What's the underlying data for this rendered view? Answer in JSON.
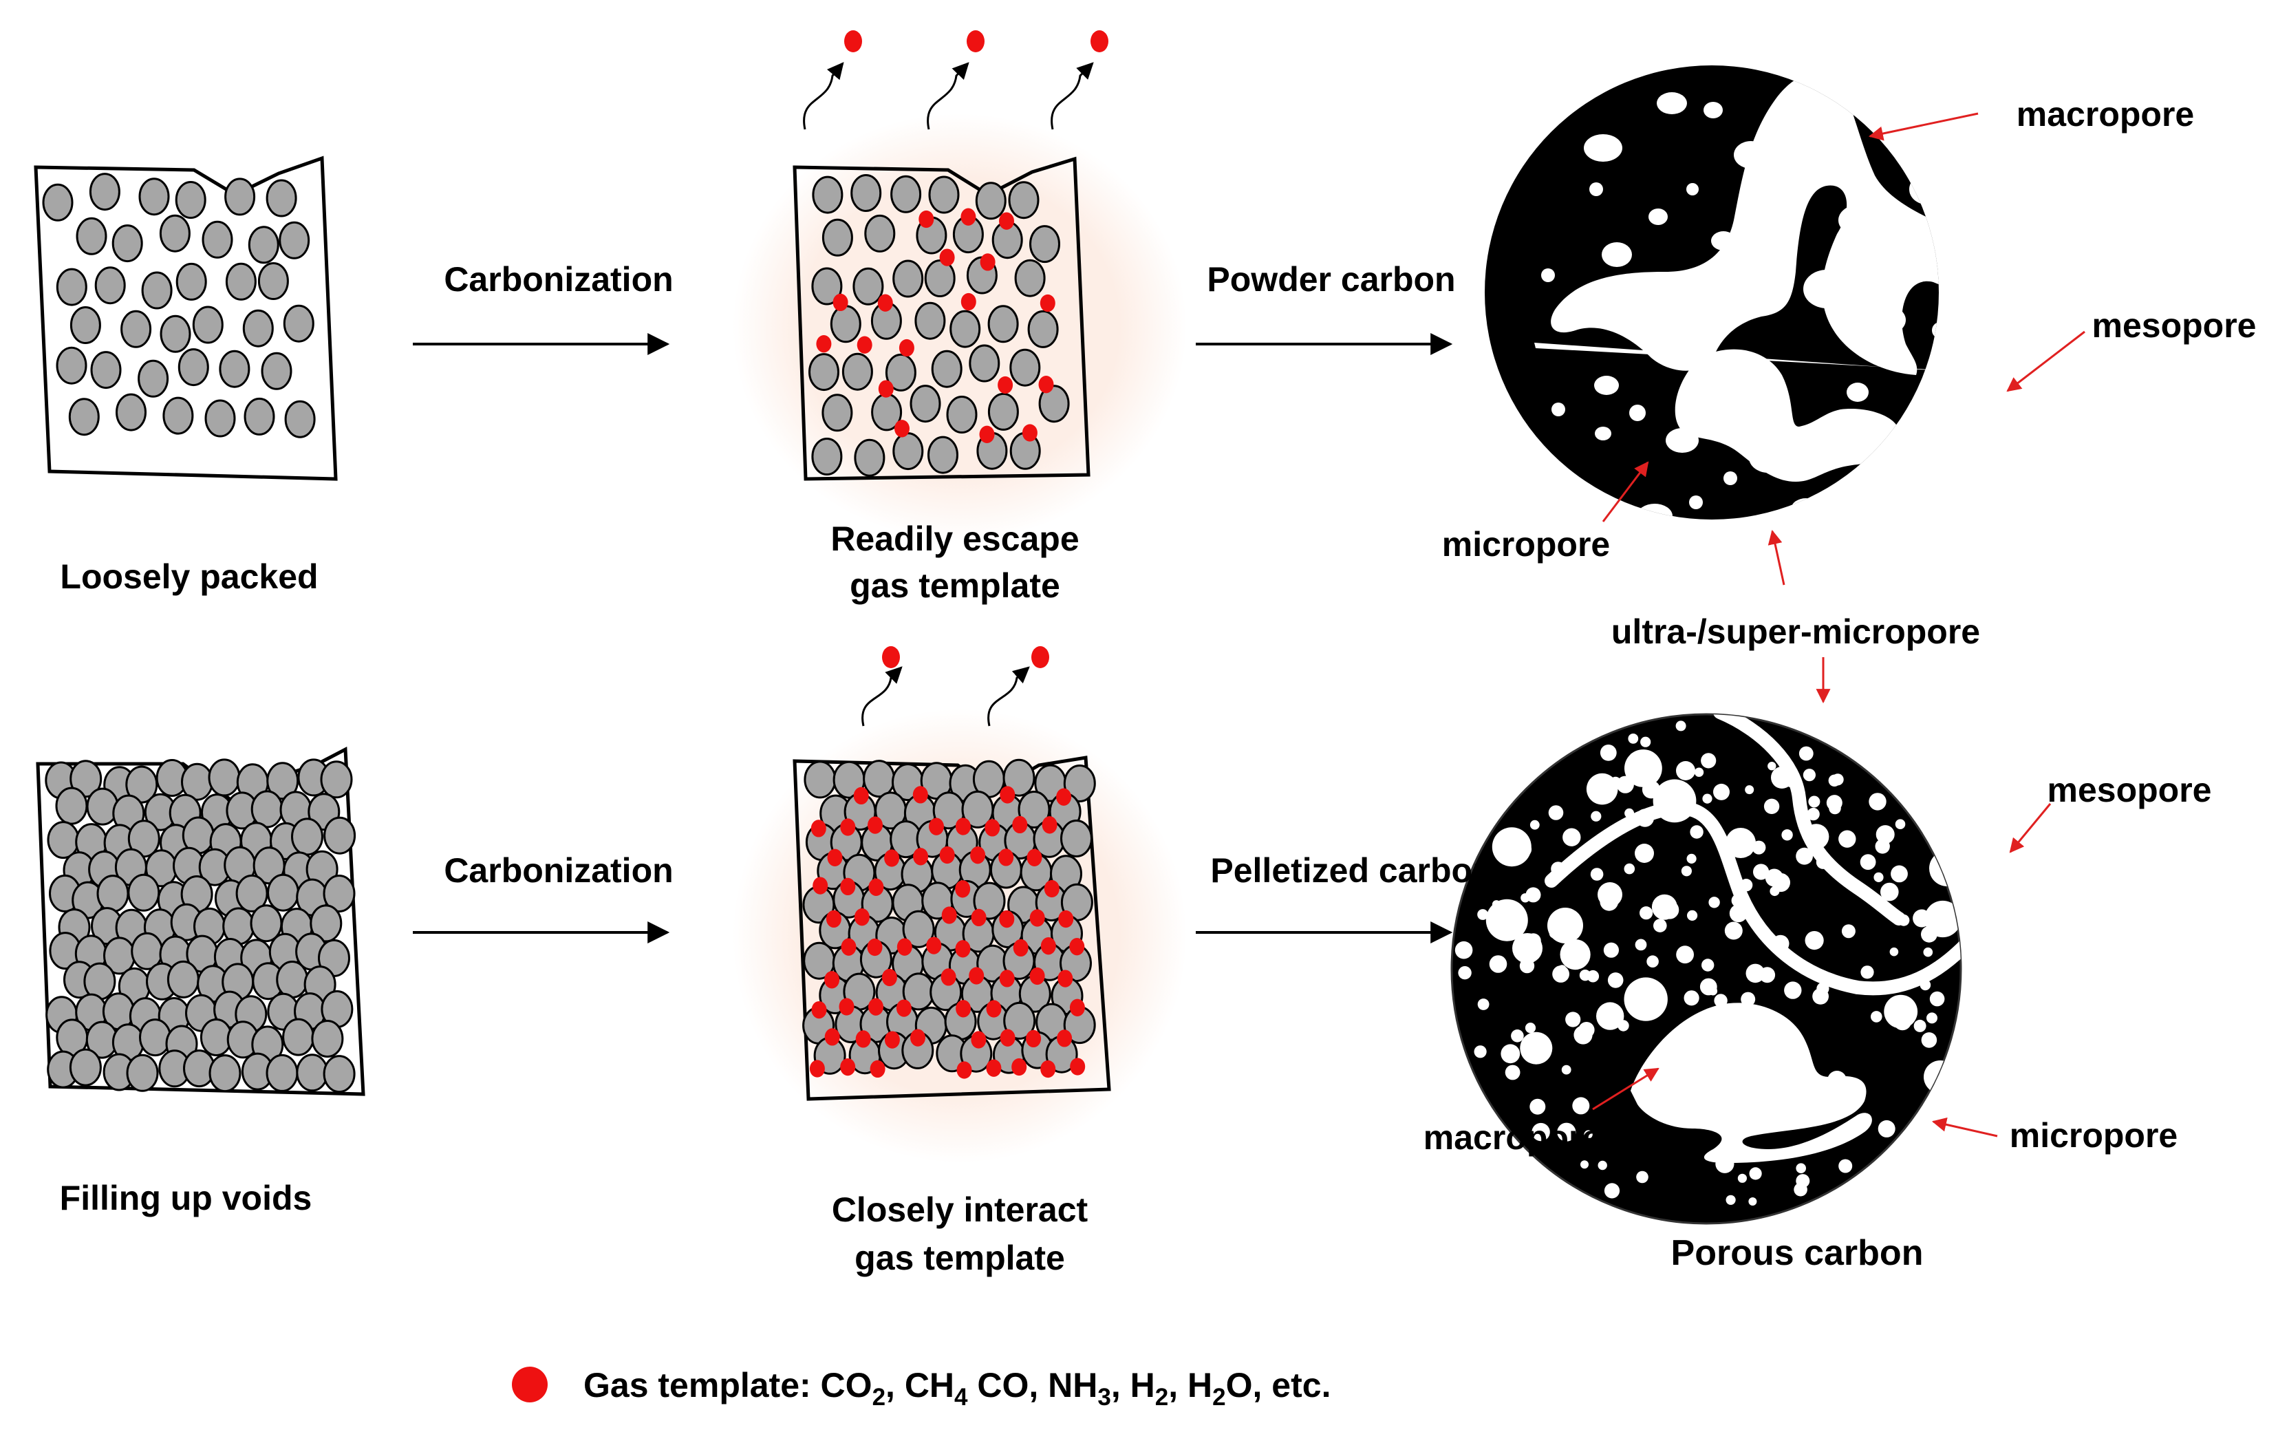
{
  "process_labels": {
    "top_step": "Carbonization",
    "bottom_step": "Carbonization",
    "top_product": "Powder carbon",
    "bottom_product": "Pelletized carbon"
  },
  "packing_labels": {
    "loose": "Loosely packed",
    "filled": "Filling up voids"
  },
  "gas_labels": {
    "readily_line1": "Readily escape",
    "readily_line2": "gas template",
    "closely_line1": "Closely interact",
    "closely_line2": "gas template"
  },
  "pore_labels": {
    "top_macropore": "macropore",
    "top_mesopore": "mesopore",
    "top_micropore": "micropore",
    "ultra_micropore": "ultra-/super-micropore",
    "bottom_mesopore": "mesopore",
    "bottom_macropore": "macropore",
    "bottom_micropore": "micropore"
  },
  "result_label": "Porous carbon",
  "legend": {
    "prefix": "Gas template: CO",
    "co2_sub": "2",
    "ch4_mid": ", CH",
    "ch4_sub": "4",
    "co_nh_mid": " CO, NH",
    "nh3_sub": "3",
    "h2_mid": ", H",
    "h2_sub": "2",
    "h2o_mid": ", H",
    "h2o_sub": "2",
    "suffix": "O, etc."
  },
  "colors": {
    "gas_red": "#ee1111",
    "particle_gray": "#a6a6a6",
    "pore_black": "#000000",
    "glow": "#fdeee6",
    "arrow_red": "#e02020"
  }
}
